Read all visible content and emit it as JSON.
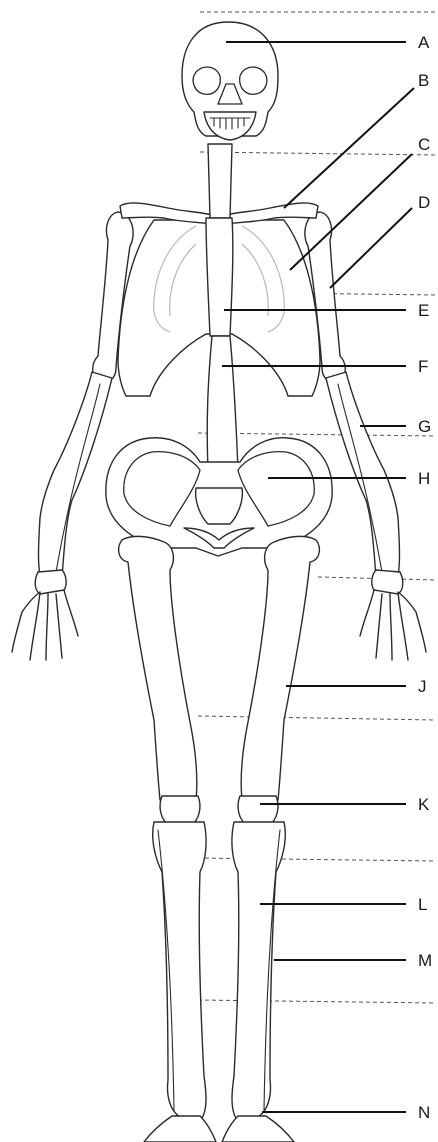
{
  "labels": {
    "A": "A",
    "B": "B",
    "C": "C",
    "D": "D",
    "E": "E",
    "F": "F",
    "G": "G",
    "H": "H",
    "J": "J",
    "K": "K",
    "L": "L",
    "M": "M",
    "N": "N"
  },
  "colors": {
    "line": "#2b2b2b",
    "rib_shading": "#b9b9b9",
    "guide": "#555555",
    "background": "#ffffff"
  }
}
